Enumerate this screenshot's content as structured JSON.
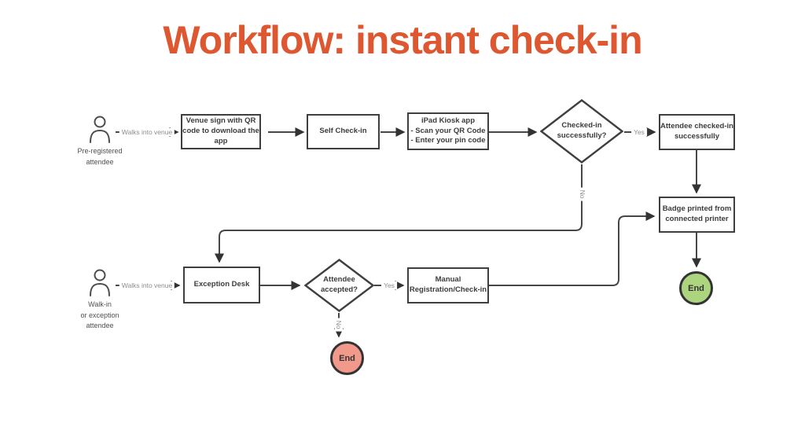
{
  "title": "Workflow: instant check-in",
  "colors": {
    "title_accent": "#DD5730",
    "shape_border": "#3F3F3F",
    "connector": "#474747",
    "end_success_fill": "#ADD580",
    "end_fail_fill": "#F19A8C"
  },
  "actors": {
    "pre_registered": "Pre-registered\nattendee",
    "walk_in": "Walk-in\nor exception\nattendee"
  },
  "labels": {
    "walks_into_venue": "Walks into venue",
    "yes": "Yes",
    "no": "No"
  },
  "nodes": {
    "venue_sign": "Venue sign with QR\ncode to download the\napp",
    "self_check_in": "Self Check-in",
    "ipad_kiosk": "iPad Kiosk app\n- Scan your QR Code\n- Enter your pin code",
    "checked_in_decision": "Checked-in\nsuccessfully?",
    "attendee_checked_in": "Attendee checked-in\nsuccessfully",
    "badge_printed": "Badge printed from\nconnected printer",
    "exception_desk": "Exception Desk",
    "attendee_accepted_decision": "Attendee\naccepted?",
    "manual_registration": "Manual\nRegistration/Check-in",
    "end_success": "End",
    "end_fail": "End"
  },
  "edges": [
    {
      "from": "pre_registered",
      "to": "venue_sign",
      "label": "Walks into venue"
    },
    {
      "from": "venue_sign",
      "to": "self_check_in",
      "label": ""
    },
    {
      "from": "self_check_in",
      "to": "ipad_kiosk",
      "label": ""
    },
    {
      "from": "ipad_kiosk",
      "to": "checked_in_decision",
      "label": ""
    },
    {
      "from": "checked_in_decision",
      "to": "attendee_checked_in",
      "label": "Yes"
    },
    {
      "from": "checked_in_decision",
      "to": "exception_desk",
      "label": "No"
    },
    {
      "from": "attendee_checked_in",
      "to": "badge_printed",
      "label": ""
    },
    {
      "from": "badge_printed",
      "to": "end_success",
      "label": ""
    },
    {
      "from": "walk_in",
      "to": "exception_desk",
      "label": "Walks into venue"
    },
    {
      "from": "exception_desk",
      "to": "attendee_accepted_decision",
      "label": ""
    },
    {
      "from": "attendee_accepted_decision",
      "to": "manual_registration",
      "label": "Yes"
    },
    {
      "from": "attendee_accepted_decision",
      "to": "end_fail",
      "label": "No"
    },
    {
      "from": "manual_registration",
      "to": "badge_printed",
      "label": ""
    }
  ]
}
